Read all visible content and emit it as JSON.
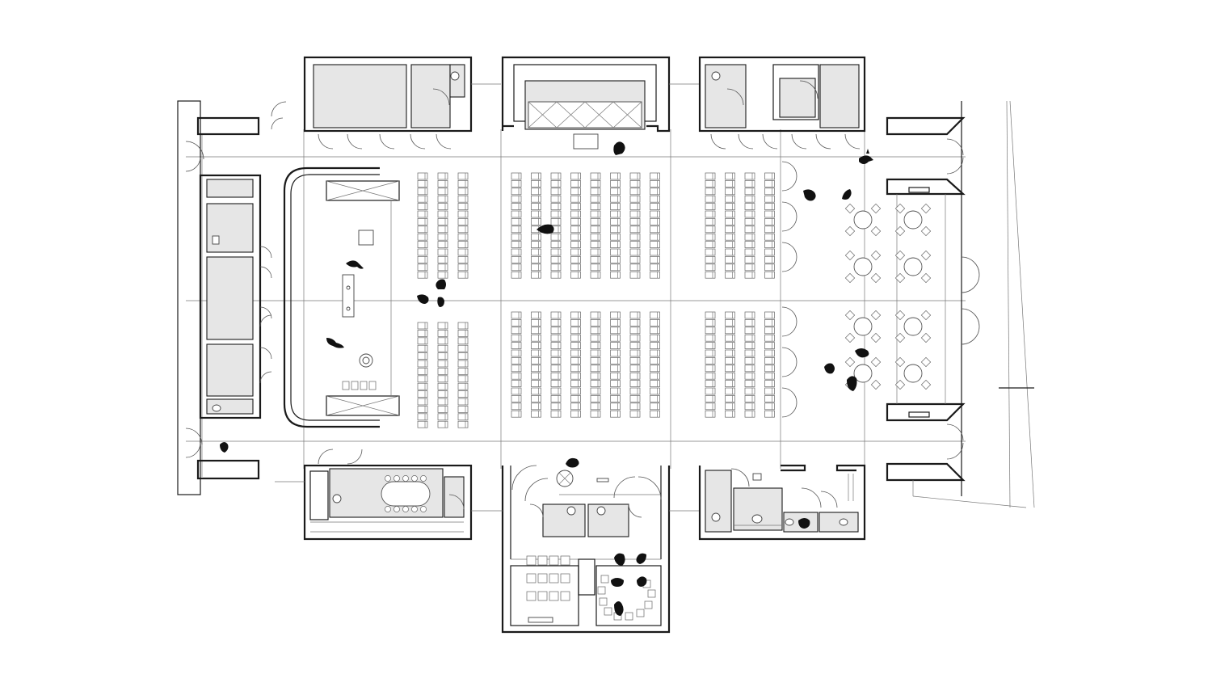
{
  "plan": {
    "kind": "architectural floor plan",
    "seating": {
      "blocks": [
        {
          "name": "stage-side-left",
          "rows": 14,
          "cols": 3
        },
        {
          "name": "center",
          "rows": 14,
          "cols": 8
        },
        {
          "name": "right",
          "rows": 14,
          "cols": 4
        }
      ]
    },
    "cafe_tables": 8,
    "meeting_table_seats": 10,
    "colors": {
      "wall": "#1a1a1a",
      "room_fill": "#e6e6e6",
      "people": "#111111",
      "grid": "#777777"
    },
    "icons": [
      "person-icon",
      "chair-icon",
      "door-swing-icon",
      "toilet-icon",
      "table-icon"
    ]
  }
}
